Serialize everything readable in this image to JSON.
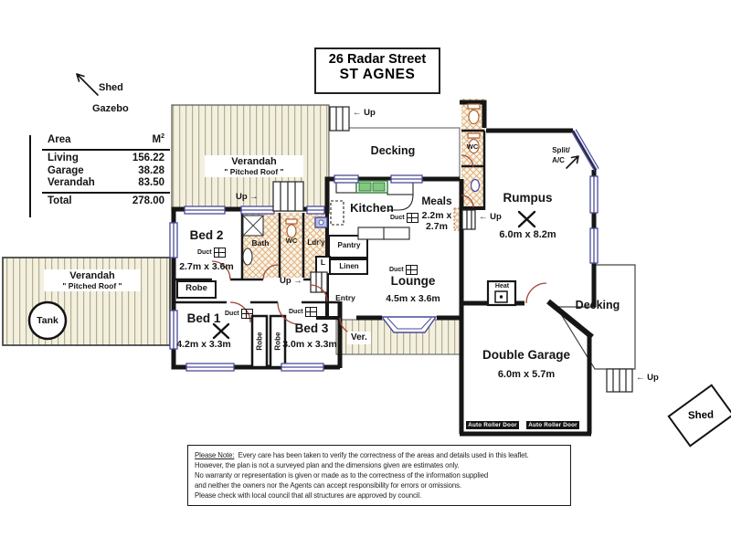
{
  "title": {
    "address": "26 Radar Street",
    "suburb": "ST AGNES"
  },
  "annotations": {
    "shed_top": "Shed",
    "gazebo": "Gazebo",
    "shed_bottom": "Shed",
    "tank": "Tank",
    "up_left": "← Up",
    "up_right": "Up →",
    "duct": "Duct",
    "heat": "Heat",
    "split_ac_line1": "Split/",
    "split_ac_line2": "A/C",
    "auto_roller_door": "Auto Roller Door",
    "ver_abbrev": "Ver."
  },
  "area_table": {
    "col_area": "Area",
    "col_unit": "M",
    "col_unit_sup": "2",
    "rows": [
      {
        "label": "Living",
        "value": "156.22"
      },
      {
        "label": "Garage",
        "value": "38.28"
      },
      {
        "label": "Verandah",
        "value": "83.50"
      }
    ],
    "total_label": "Total",
    "total_value": "278.00"
  },
  "rooms": {
    "verandah_top": {
      "name": "Verandah",
      "sub": "\" Pitched Roof \""
    },
    "verandah_left": {
      "name": "Verandah",
      "sub": "\" Pitched Roof \""
    },
    "decking_top": "Decking",
    "decking_right": "Decking",
    "kitchen": "Kitchen",
    "meals": {
      "name": "Meals",
      "dims1": "2.2m x",
      "dims2": "2.7m"
    },
    "rumpus": {
      "name": "Rumpus",
      "dims": "6.0m x 8.2m"
    },
    "lounge": {
      "name": "Lounge",
      "dims": "4.5m x 3.6m"
    },
    "bed1": {
      "name": "Bed 1",
      "dims": "4.2m x 3.3m"
    },
    "bed2": {
      "name": "Bed 2",
      "dims": "2.7m x 3.6m"
    },
    "bed3": {
      "name": "Bed 3",
      "dims": "3.0m x 3.3m"
    },
    "garage": {
      "name": "Double Garage",
      "dims": "6.0m x 5.7m"
    },
    "bath": "Bath",
    "wc": "WC",
    "laundry": "Ldr'y",
    "pantry": "Pantry",
    "linen": "Linen",
    "linen_abbrev": "L",
    "entry": "Entry",
    "robe": "Robe"
  },
  "note": {
    "heading": "Please Note:",
    "line1": "Every care has been taken to verify the correctness of the areas and details used in this leaflet.",
    "line2": "However, the plan is not a surveyed plan and the dimensions given are estimates only.",
    "line3": "No warranty or representation is given or made as to the correctness of the information supplied",
    "line4": "and neither the owners nor the Agents can accept responsibility for errors or omissions.",
    "line5": "Please check with local council that all structures are approved by council."
  },
  "colors": {
    "wall": "#161616",
    "window": "#4a4a9c",
    "door": "#a14a38",
    "stripe_fill": "#f3f0df",
    "stripe_line": "#b3ae8f",
    "hatch_line": "#d9a97b",
    "sink_green": "#82c882"
  }
}
